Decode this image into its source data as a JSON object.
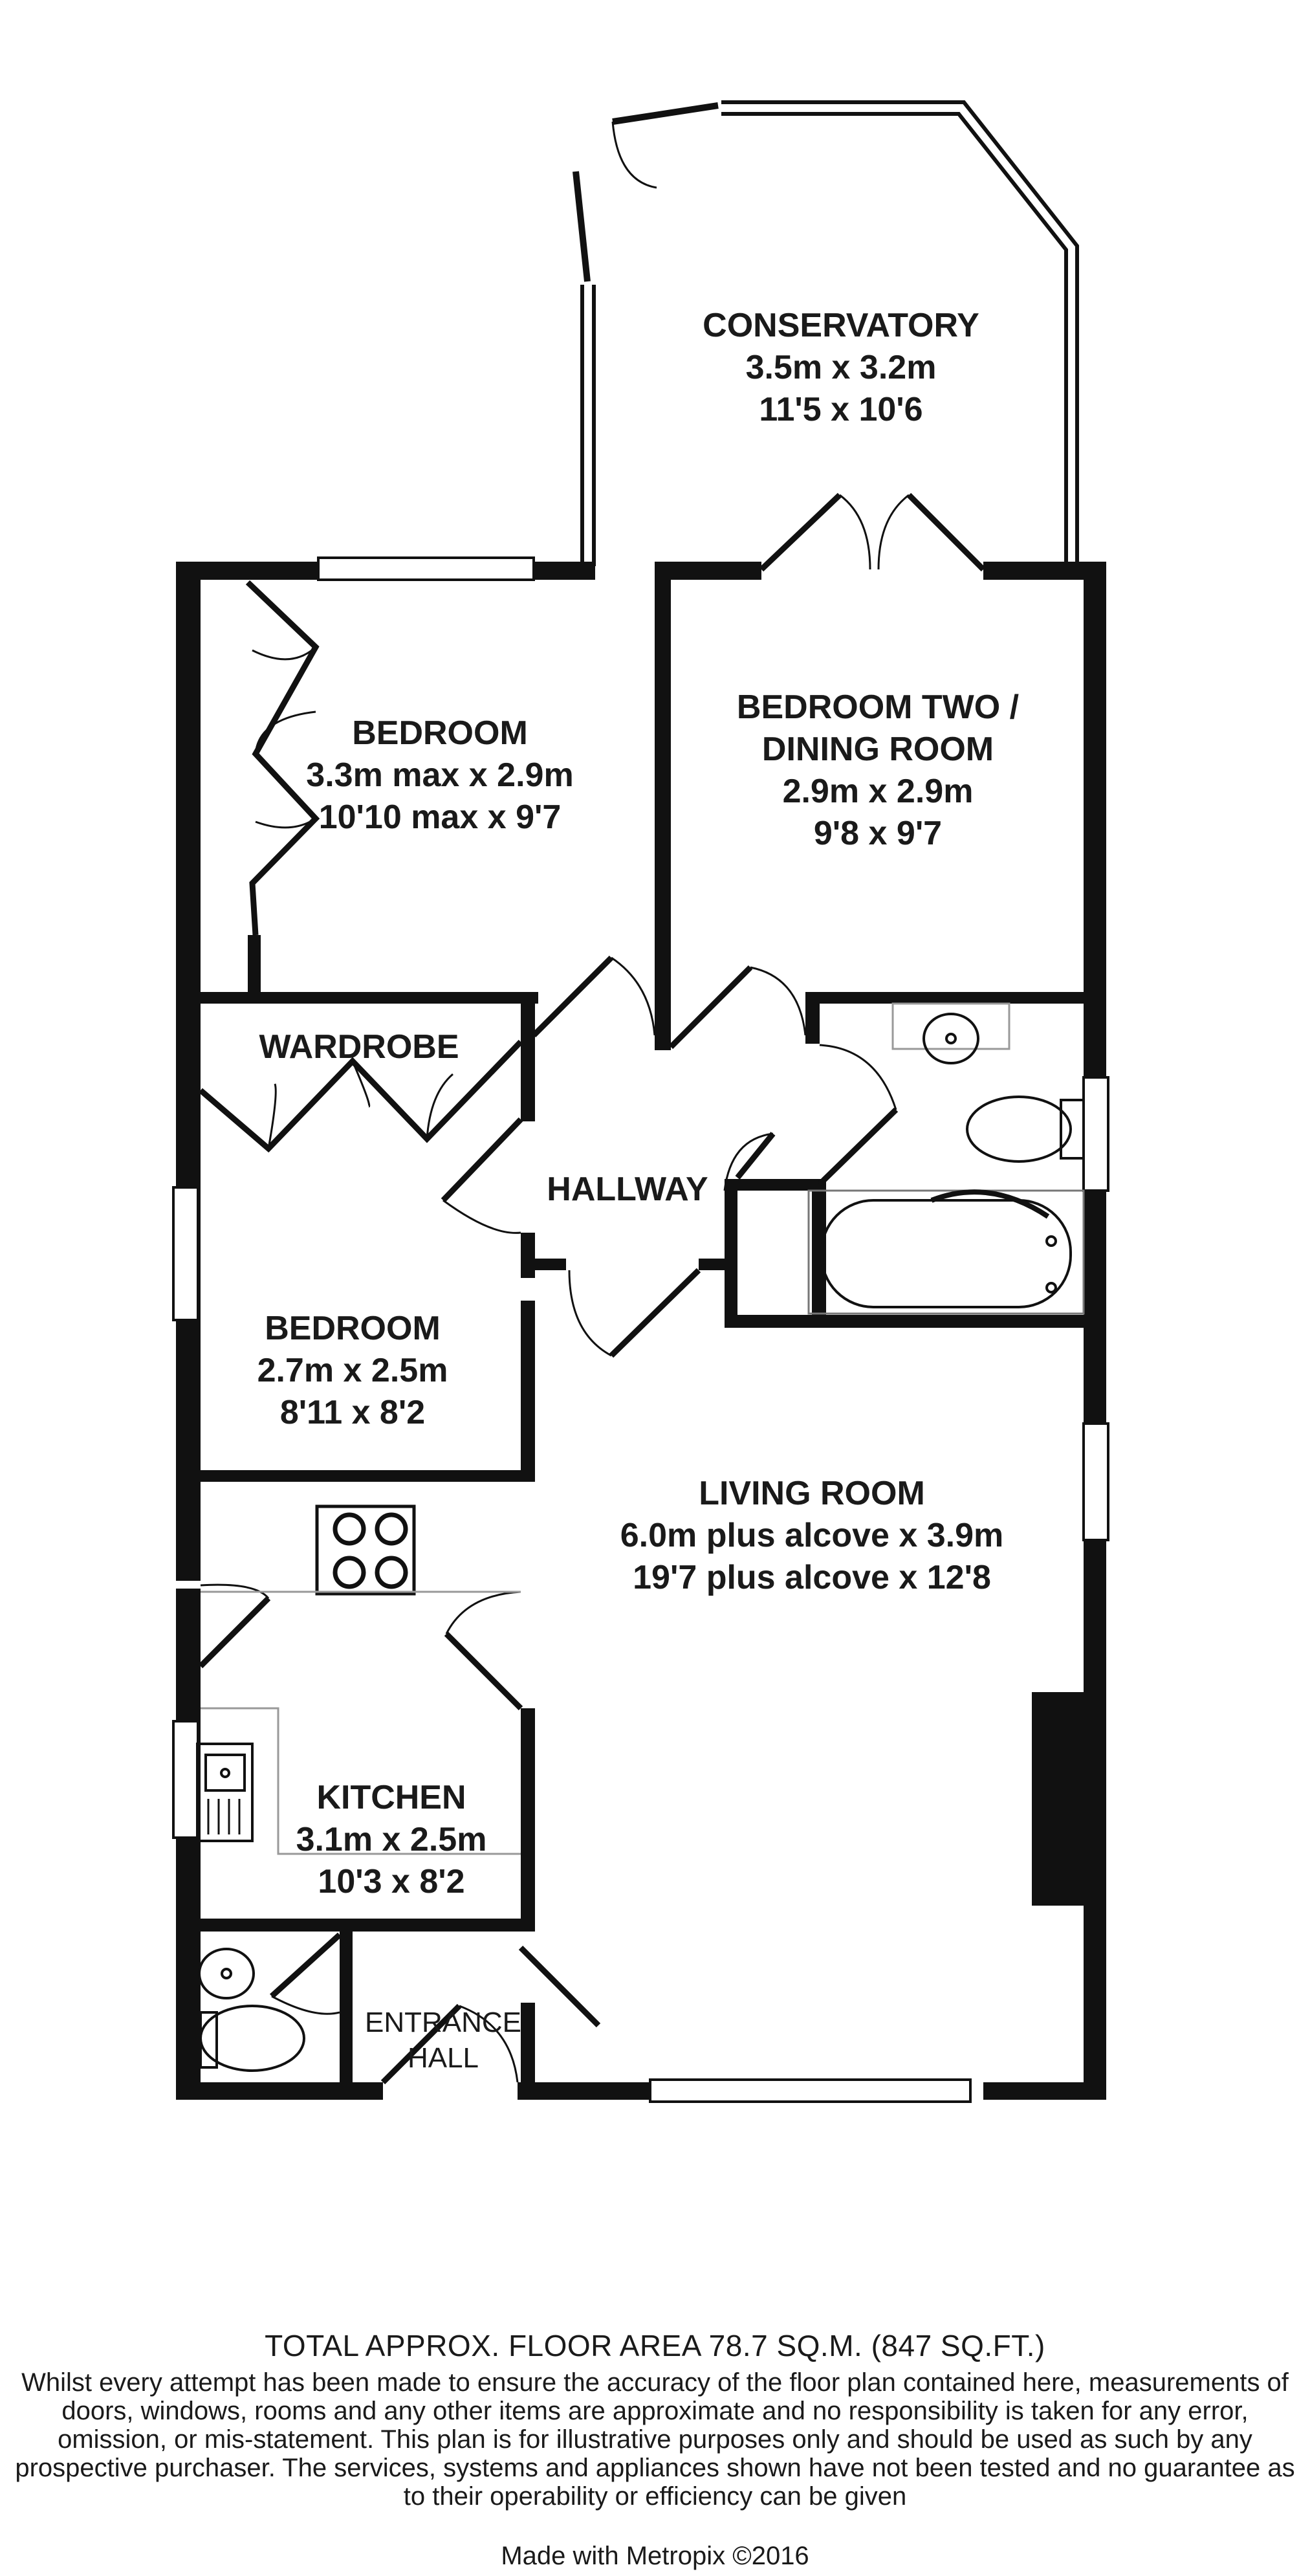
{
  "rooms": {
    "conservatory": {
      "name": "CONSERVATORY",
      "metric": "3.5m x 3.2m",
      "imperial": "11'5 x 10'6"
    },
    "bedroom_one": {
      "name": "BEDROOM",
      "metric": "3.3m max x 2.9m",
      "imperial": "10'10 max x 9'7"
    },
    "bedroom_two": {
      "name_line1": "BEDROOM TWO /",
      "name_line2": "DINING ROOM",
      "metric": "2.9m x 2.9m",
      "imperial": "9'8 x 9'7"
    },
    "wardrobe": {
      "name": "WARDROBE"
    },
    "hallway": {
      "name": "HALLWAY"
    },
    "bedroom_three": {
      "name": "BEDROOM",
      "metric": "2.7m x 2.5m",
      "imperial": "8'11 x 8'2"
    },
    "living_room": {
      "name": "LIVING ROOM",
      "metric": "6.0m plus alcove x 3.9m",
      "imperial": "19'7 plus alcove x 12'8"
    },
    "kitchen": {
      "name": "KITCHEN",
      "metric": "3.1m x 2.5m",
      "imperial": "10'3 x 8'2"
    },
    "entrance_hall": {
      "name_line1": "ENTRANCE",
      "name_line2": "HALL"
    }
  },
  "footer": {
    "total_area": "TOTAL APPROX. FLOOR AREA 78.7 SQ.M. (847 SQ.FT.)",
    "disclaimer": "Whilst every attempt has been made to ensure the accuracy of the floor plan contained here, measurements of doors, windows, rooms and any other items are approximate and no responsibility is taken for any error, omission, or mis-statement. This plan is for illustrative purposes only and should be used as such by any prospective purchaser. The services, systems and appliances shown have not been tested and no guarantee as to their operability or efficiency can be given",
    "credit": "Made with Metropix ©2016"
  }
}
